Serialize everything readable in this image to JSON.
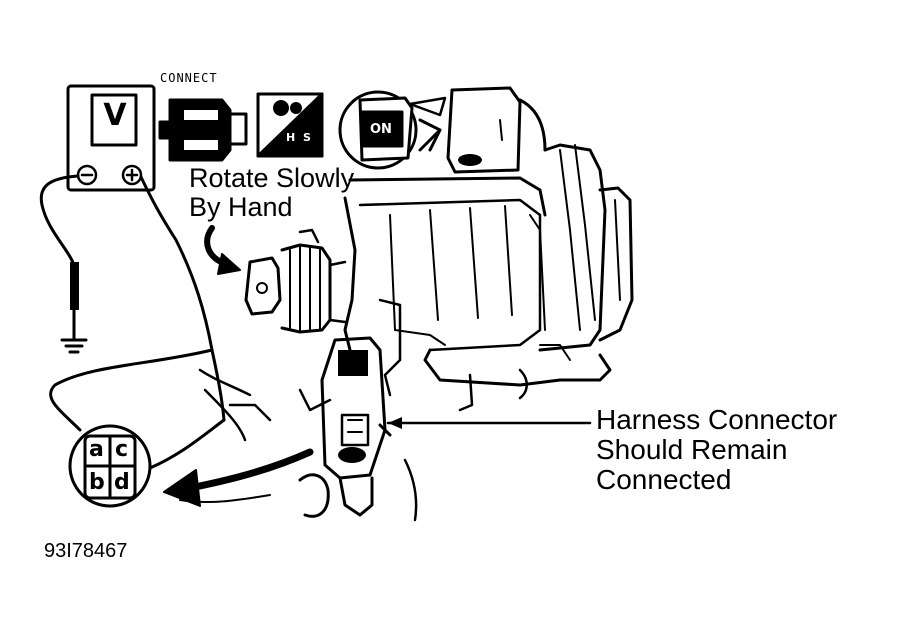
{
  "figure": {
    "id": "93I78467",
    "connect_caption": "CONNECT",
    "meter_symbol": "V",
    "rotate_label": [
      "Rotate Slowly",
      "By Hand"
    ],
    "harness_label": [
      "Harness Connector",
      "Should Remain",
      "Connected"
    ],
    "connector_pins": [
      "a",
      "c",
      "b",
      "d"
    ],
    "hs_tag": "H S",
    "ignition_tag": "ON"
  },
  "colors": {
    "ink": "#000000",
    "paper": "#ffffff"
  },
  "icons": [
    "voltmeter-icon",
    "connect-plug-icon",
    "hs-switch-icon",
    "ignition-on-icon",
    "ground-icon",
    "rotate-arrow-icon",
    "pointer-arrow-icon"
  ]
}
